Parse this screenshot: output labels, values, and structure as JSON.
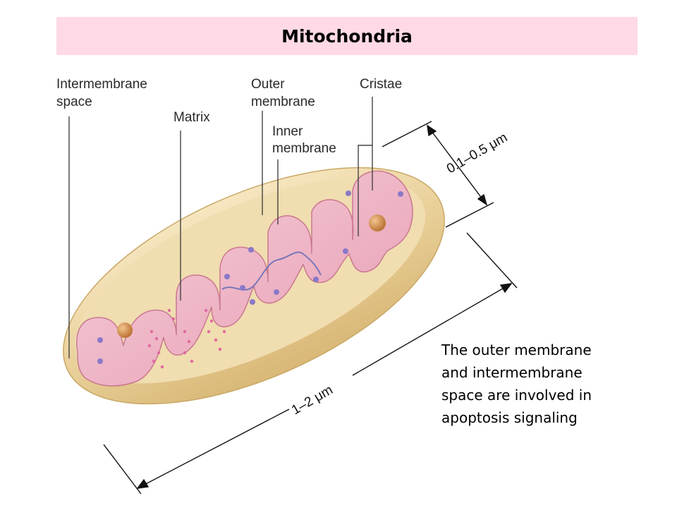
{
  "title": "Mitochondria",
  "labels": {
    "intermembrane_space": [
      "Intermembrane",
      "space"
    ],
    "matrix": "Matrix",
    "outer_membrane": [
      "Outer",
      "membrane"
    ],
    "inner_membrane": [
      "Inner",
      "membrane"
    ],
    "cristae": "Cristae"
  },
  "dimensions": {
    "width": "0.1–0.5 μm",
    "length": "1–2 μm"
  },
  "caption": [
    "The outer membrane",
    "and intermembrane",
    "space are involved in",
    "apoptosis signaling"
  ],
  "colors": {
    "title_background": "#ffd9e6",
    "outer_membrane": "#e8d09a",
    "inner_membrane": "#e8a7b8",
    "matrix": "#f3c6d2",
    "particle": "#8a78c8",
    "granule": "#c98a4a"
  }
}
